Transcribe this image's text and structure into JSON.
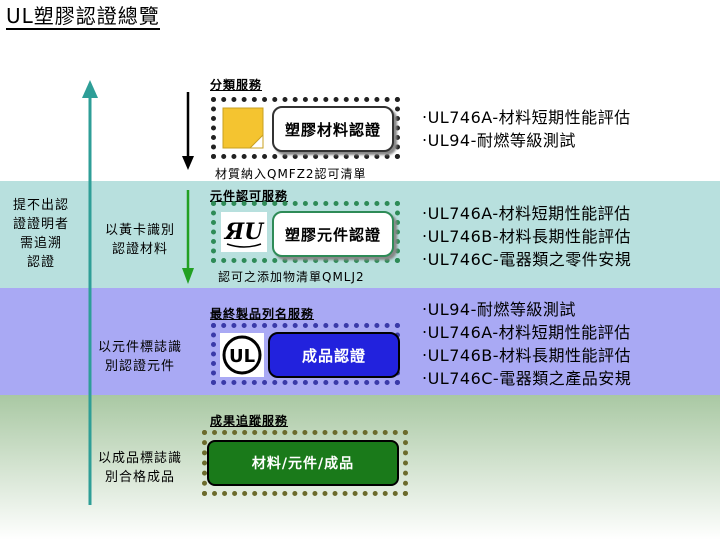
{
  "title": "UL塑膠認證總覽",
  "bands": {
    "white": "#ffffff",
    "teal": "#b8e0de",
    "blue": "#a9a9f4",
    "green": "#a9c8a3"
  },
  "services": {
    "classification": "分類服務",
    "component": "元件認可服務",
    "end_product": "最終製品列名服務",
    "follow_up": "成果追蹤服務"
  },
  "boxes": {
    "material": "塑膠材料認證",
    "component": "塑膠元件認證",
    "product": "成品認證",
    "combined": "材料/元件/成品"
  },
  "notes": {
    "qmfz2": "材質納入QMFZ2認可清單",
    "qmlj2": "認可之添加物清單QMLJ2"
  },
  "side_labels": {
    "left": "提不出認\n證證明者\n需追溯\n認證",
    "yellow_card": "以黃卡識別\n認證材料",
    "component_mark": "以元件標誌識\n別認證元件",
    "product_mark": "以成品標誌識\n別合格成品"
  },
  "bullets": {
    "material": [
      "‧UL746A-材料短期性能評估",
      "‧UL94-耐燃等級測試"
    ],
    "component": [
      "‧UL746A-材料短期性能評估",
      "‧UL746B-材料長期性能評估",
      "‧UL746C-電器類之零件安規"
    ],
    "product": [
      "‧UL94-耐燃等級測試",
      "‧UL746A-材料短期性能評估",
      "‧UL746B-材料長期性能評估",
      "‧UL746C-電器類之產品安規"
    ]
  },
  "logos": {
    "yellow_card": "yellow-card-icon",
    "component": "ru-recognized-component-icon",
    "product": "ul-listed-mark-icon"
  },
  "colors": {
    "teal_arrow": "#2e9e97",
    "black_arrow": "#000000",
    "green_arrow": "#22a022",
    "product_box": "#2222dd",
    "combined_box": "#1a7a1a",
    "yellow_card": "#f4c430"
  }
}
